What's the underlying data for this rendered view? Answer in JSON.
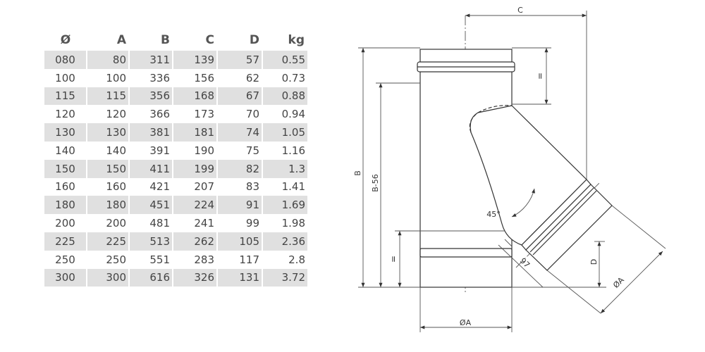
{
  "table": {
    "headers": [
      "Ø",
      "A",
      "B",
      "C",
      "D",
      "kg"
    ],
    "rows": [
      [
        "080",
        "80",
        "311",
        "139",
        "57",
        "0.55"
      ],
      [
        "100",
        "100",
        "336",
        "156",
        "62",
        "0.73"
      ],
      [
        "115",
        "115",
        "356",
        "168",
        "67",
        "0.88"
      ],
      [
        "120",
        "120",
        "366",
        "173",
        "70",
        "0.94"
      ],
      [
        "130",
        "130",
        "381",
        "181",
        "74",
        "1.05"
      ],
      [
        "140",
        "140",
        "391",
        "190",
        "75",
        "1.16"
      ],
      [
        "150",
        "150",
        "411",
        "199",
        "82",
        "1.3"
      ],
      [
        "160",
        "160",
        "421",
        "207",
        "83",
        "1.41"
      ],
      [
        "180",
        "180",
        "451",
        "224",
        "91",
        "1.69"
      ],
      [
        "200",
        "200",
        "481",
        "241",
        "99",
        "1.98"
      ],
      [
        "225",
        "225",
        "513",
        "262",
        "105",
        "2.36"
      ],
      [
        "250",
        "250",
        "551",
        "283",
        "117",
        "2.8"
      ],
      [
        "300",
        "300",
        "616",
        "326",
        "131",
        "3.72"
      ]
    ]
  },
  "drawing": {
    "labels": {
      "c": "C",
      "b": "B",
      "b56": "B-56",
      "angle": "45°",
      "d": "D",
      "offset": "97",
      "dia_a_bottom": "ØA",
      "dia_a_branch": "ØA",
      "equal_top": "=",
      "equal_bottom": "="
    }
  }
}
